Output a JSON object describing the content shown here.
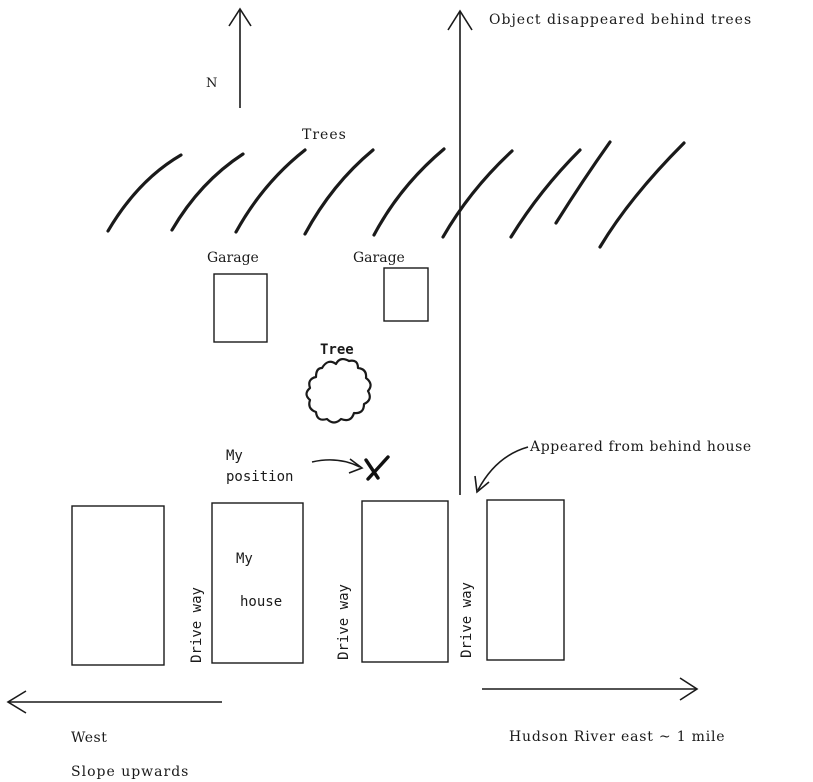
{
  "labels": {
    "north": "N",
    "trees": "Trees",
    "garage_left": "Garage",
    "garage_right": "Garage",
    "tree": "Tree",
    "my_position_line1": "My",
    "my_position_line2": "position",
    "appeared": "Appeared from behind house",
    "disappeared": "Object disappeared behind trees",
    "my_house_line1": "My",
    "my_house_line2": "house",
    "driveway_1": "Drive way",
    "driveway_2": "Drive way",
    "driveway_3": "Drive way",
    "west": "West",
    "slope": "Slope upwards",
    "hudson": "Hudson River east ~ 1 mile"
  },
  "colors": {
    "ink": "#1a1a1a"
  }
}
